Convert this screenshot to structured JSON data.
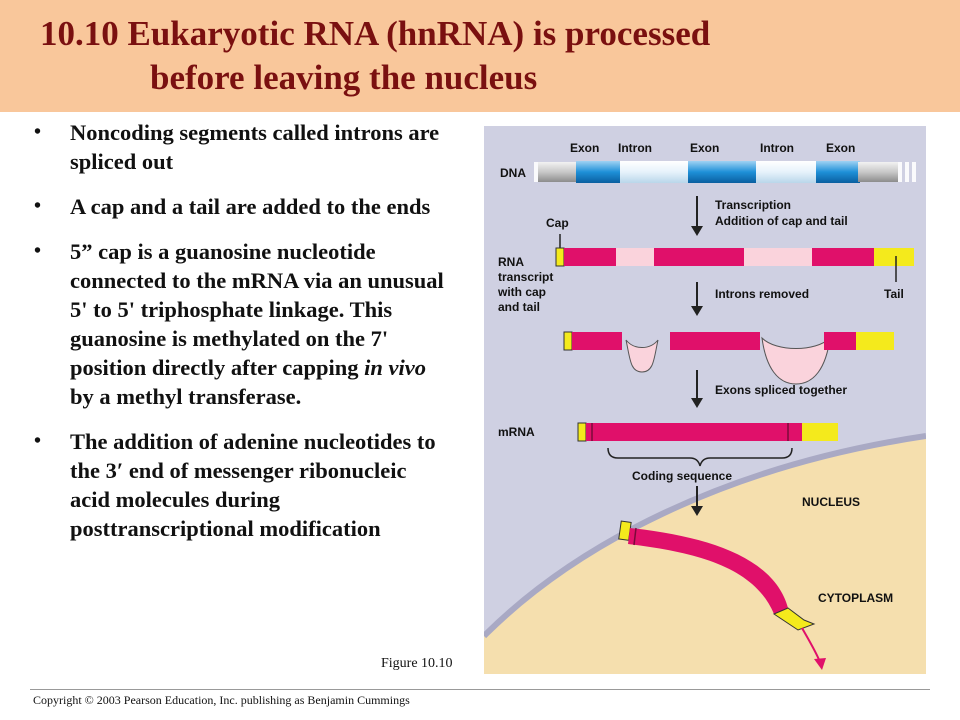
{
  "title": {
    "line1": "10.10  Eukaryotic RNA (hnRNA) is processed",
    "line2": "before leaving the nucleus"
  },
  "bullets": [
    {
      "text": "Noncoding segments called introns are spliced out"
    },
    {
      "text": "A cap and a tail are added to the ends"
    },
    {
      "before": "5” cap is  a guanosine nucleotide connected to the mRNA via an unusual 5' to 5' triphosphate linkage. This guanosine is methylated on the 7' position directly after capping ",
      "em": "in vivo",
      "after": " by a methyl transferase."
    },
    {
      "text": "The addition of adenine nucleotides to the 3′ end of messenger ribonucleic acid molecules during posttranscriptional modification"
    }
  ],
  "bullet_symbol": "•",
  "figure_caption": "Figure 10.10",
  "copyright": "Copyright © 2003 Pearson Education, Inc. publishing as Benjamin Cummings",
  "diagram": {
    "dna_label": "DNA",
    "segment_labels": [
      "Exon",
      "Intron",
      "Exon",
      "Intron",
      "Exon"
    ],
    "transcription_label": "Transcription",
    "addition_label": "Addition of cap and tail",
    "cap_label": "Cap",
    "rna_label": [
      "RNA",
      "transcript",
      "with cap",
      "and tail"
    ],
    "introns_removed_label": "Introns removed",
    "tail_label": "Tail",
    "exons_spliced_label": "Exons spliced together",
    "mrna_label": "mRNA",
    "coding_label": "Coding sequence",
    "nucleus_label": "NUCLEUS",
    "cytoplasm_label": "CYTOPLASM"
  },
  "colors": {
    "title_bg": "#f9c79b",
    "title_text": "#7a1010",
    "exon_blue": "#1e90d8",
    "intron_light": "#e6f2fb",
    "rna_exon": "#e0106a",
    "rna_intron": "#fad3dc",
    "cap_tail": "#f4ea1c",
    "nucleus_bg": "#cfd0e2",
    "cytoplasm_bg": "#f5dfae"
  }
}
